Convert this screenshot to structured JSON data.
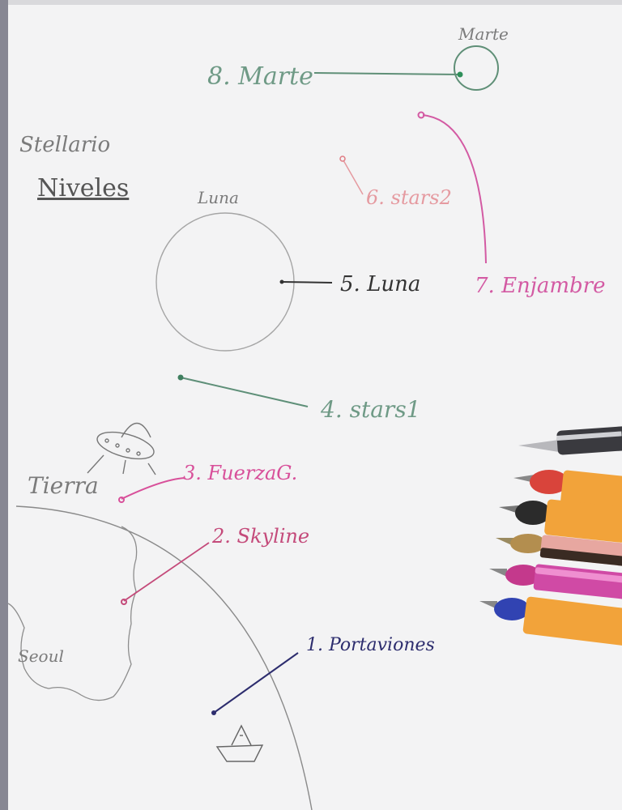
{
  "page": {
    "brand": "Stellario",
    "heading": "Niveles"
  },
  "planets": {
    "mars_label": "Marte",
    "moon_label": "Luna",
    "earth_label": "Tierra",
    "city_label": "Seoul"
  },
  "levels": [
    {
      "number": 1,
      "label": "1. Portaviones",
      "ink": "#2d2d6e"
    },
    {
      "number": 2,
      "label": "2. Skyline",
      "ink": "#c44a7a"
    },
    {
      "number": 3,
      "label": "3. FuerzaG.",
      "ink": "#d8509a"
    },
    {
      "number": 4,
      "label": "4. stars1",
      "ink": "#5e8f78"
    },
    {
      "number": 5,
      "label": "5. Luna",
      "ink": "#333333"
    },
    {
      "number": 6,
      "label": "6. stars2",
      "ink": "#e59aa0"
    },
    {
      "number": 7,
      "label": "7. Enjambre",
      "ink": "#d35aa3"
    },
    {
      "number": 8,
      "label": "8. Marte",
      "ink": "#6f9a86"
    }
  ],
  "pens": [
    "silver-pencil",
    "red-pen",
    "black-pen",
    "gold-pen",
    "pink-pen",
    "blue-pen"
  ]
}
